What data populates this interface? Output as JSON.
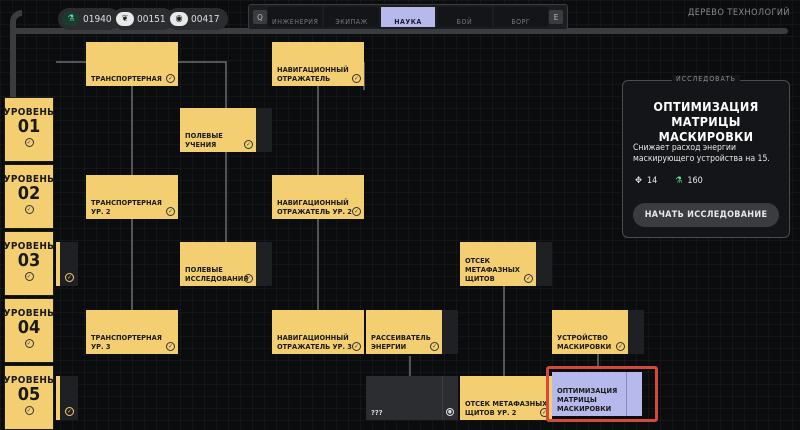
{
  "header": {
    "title": "ДЕРЕВО ТЕХНОЛОГИЙ",
    "resources": [
      {
        "value": "01940",
        "icon": "research-points-icon"
      },
      {
        "value": "00151",
        "icon": "feather-icon"
      },
      {
        "value": "00417",
        "icon": "eye-icon"
      }
    ]
  },
  "tabs": {
    "prev_key": "Q",
    "next_key": "E",
    "items": [
      "ИНЖЕНЕРИЯ",
      "ЭКИПАЖ",
      "НАУКА",
      "БОЙ",
      "БОРГ"
    ],
    "active_index": 2
  },
  "levels": [
    {
      "label": "УРОВЕНЬ",
      "number": "01"
    },
    {
      "label": "УРОВЕНЬ",
      "number": "02"
    },
    {
      "label": "УРОВЕНЬ",
      "number": "03"
    },
    {
      "label": "УРОВЕНЬ",
      "number": "04"
    },
    {
      "label": "УРОВЕНЬ",
      "number": "05"
    }
  ],
  "nodes": {
    "transporter": "ТРАНСПОРТЕРНАЯ",
    "transporter_2": "ТРАНСПОРТЕРНАЯ УР. 2",
    "transporter_3": "ТРАНСПОРТЕРНАЯ УР. 3",
    "field_drills": "ПОЛЕВЫЕ УЧЕНИЯ",
    "field_research": "ПОЛЕВЫЕ ИССЛЕДОВАНИЯ",
    "nav_deflector": "НАВИГАЦИОННЫЙ ОТРАЖАТЕЛЬ",
    "nav_deflector_2": "НАВИГАЦИОННЫЙ ОТРАЖАТЕЛЬ УР. 2",
    "nav_deflector_3": "НАВИГАЦИОННЫЙ ОТРАЖАТЕЛЬ УР. 3",
    "energy_dissipator": "РАССЕИВАТЕЛЬ ЭНЕРГИИ",
    "unknown": "???",
    "metaphasic_shields": "ОТСЕК МЕТАФАЗНЫХ ЩИТОВ",
    "metaphasic_shields_2": "ОТСЕК МЕТАФАЗНЫХ ЩИТОВ УР. 2",
    "cloaking_device": "УСТРОЙСТВО МАСКИРОВКИ",
    "cloak_matrix_opt": "ОПТИМИЗАЦИЯ МАТРИЦЫ МАСКИРОВКИ"
  },
  "panel": {
    "header": "ИССЛЕДОВАТЬ",
    "title": "ОПТИМИЗАЦИЯ МАТРИЦЫ МАСКИРОВКИ",
    "description": "Снижает расход энергии маскирующего устройства на 15.",
    "cost_1": "14",
    "cost_2": "160",
    "button": "НАЧАТЬ ИССЛЕДОВАНИЕ"
  }
}
